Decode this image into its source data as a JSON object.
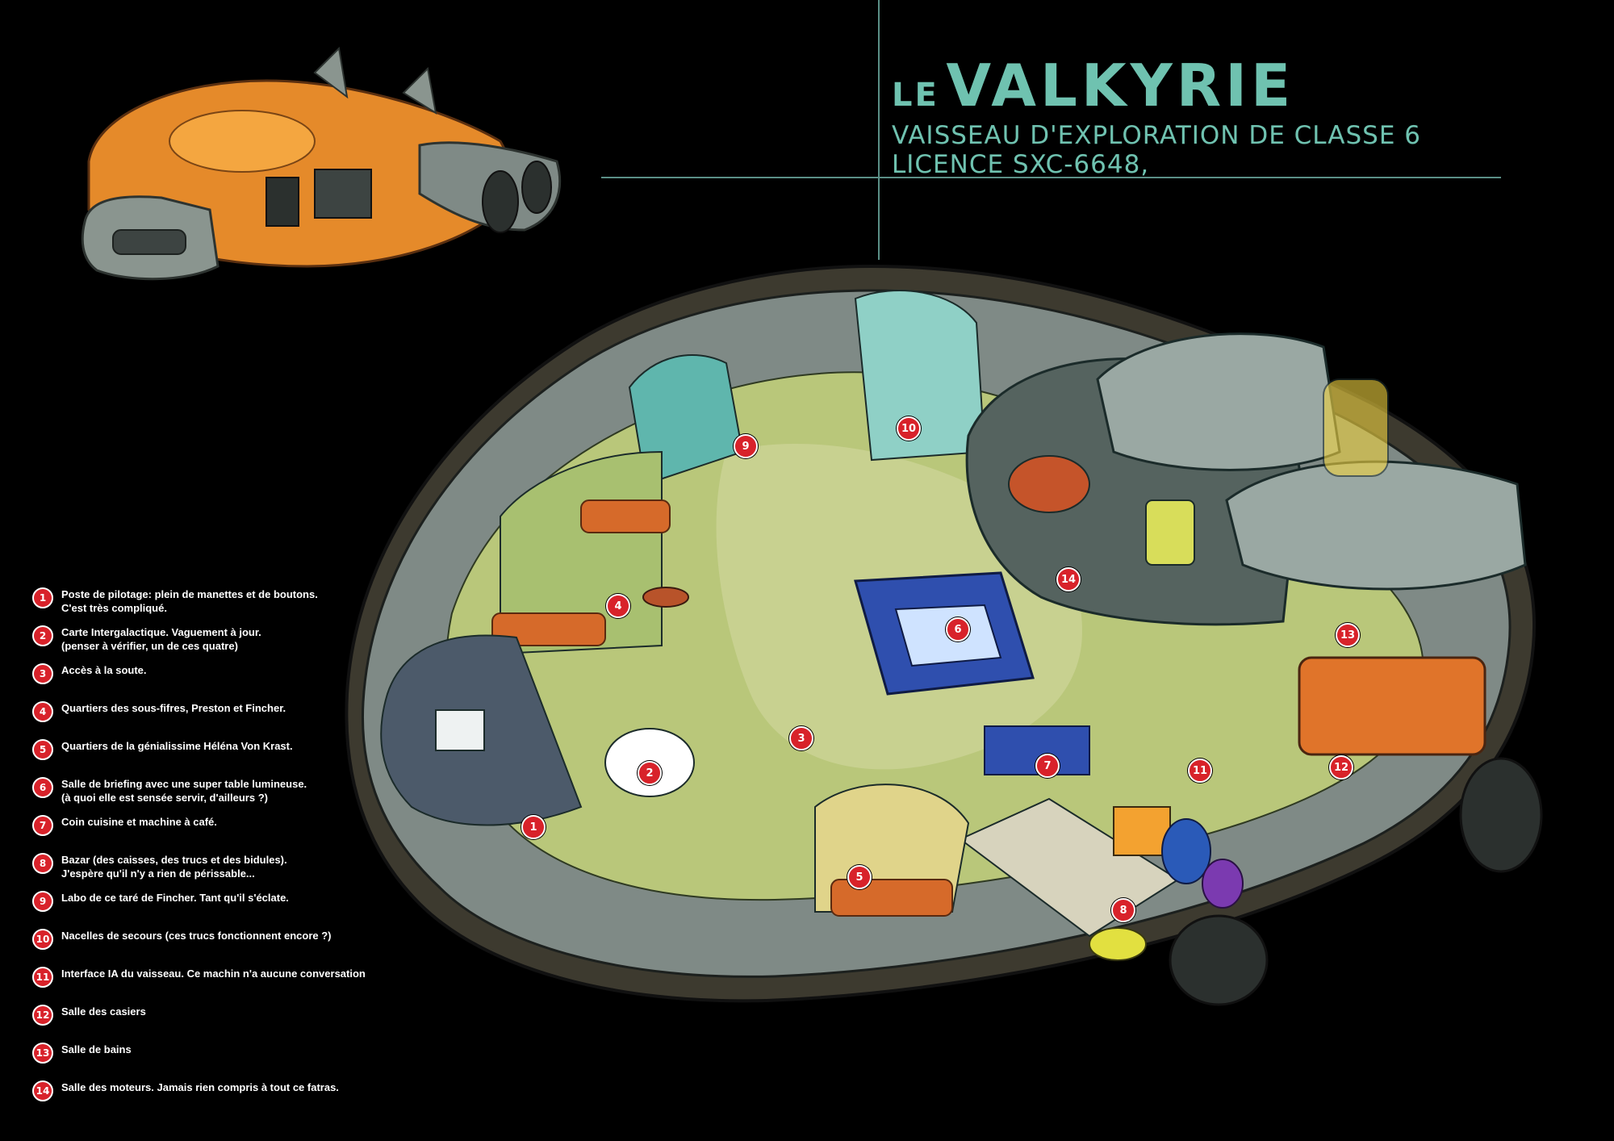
{
  "title": {
    "prefix": "LE",
    "name": "VALKYRIE",
    "subtitle_line1": "VAISSEAU D'EXPLORATION DE CLASSE 6",
    "subtitle_line2": "LICENCE SXC-6648,"
  },
  "colors": {
    "background": "#000000",
    "title_accent": "#6fc2b0",
    "frame_line": "#5a8f86",
    "marker_red": "#d8222a",
    "hull_gray": "#7f8a86",
    "hull_orange": "#e58a2a",
    "floor_green": "#b9c77a",
    "wall_teal": "#5fb6ad"
  },
  "legend": [
    {
      "num": "1",
      "line1": "Poste de pilotage: plein de manettes et de boutons.",
      "line2": "C'est très compliqué."
    },
    {
      "num": "2",
      "line1": "Carte Intergalactique. Vaguement à jour.",
      "line2": "(penser à vérifier, un de ces quatre)"
    },
    {
      "num": "3",
      "line1": "Accès à la soute.",
      "line2": ""
    },
    {
      "num": "4",
      "line1": "Quartiers des sous-fifres, Preston et Fincher.",
      "line2": ""
    },
    {
      "num": "5",
      "line1": "Quartiers de la génialissime Héléna Von Krast.",
      "line2": ""
    },
    {
      "num": "6",
      "line1": "Salle de briefing avec une super table lumineuse.",
      "line2": "(à quoi elle est sensée servir, d'ailleurs ?)"
    },
    {
      "num": "7",
      "line1": "Coin cuisine et machine à café.",
      "line2": ""
    },
    {
      "num": "8",
      "line1": "Bazar (des caisses, des trucs et des bidules).",
      "line2": "J'espère qu'il n'y a rien de périssable..."
    },
    {
      "num": "9",
      "line1": "Labo de ce taré de Fincher. Tant qu'il s'éclate.",
      "line2": ""
    },
    {
      "num": "10",
      "line1": "Nacelles de secours (ces trucs fonctionnent encore ?)",
      "line2": ""
    },
    {
      "num": "11",
      "line1": "Interface IA du vaisseau. Ce machin n'a aucune conversation",
      "line2": ""
    },
    {
      "num": "12",
      "line1": "Salle des casiers",
      "line2": ""
    },
    {
      "num": "13",
      "line1": "Salle de bains",
      "line2": ""
    },
    {
      "num": "14",
      "line1": "Salle des moteurs. Jamais rien compris à tout ce fatras.",
      "line2": ""
    }
  ],
  "markers": [
    "1",
    "2",
    "3",
    "4",
    "5",
    "6",
    "7",
    "8",
    "9",
    "10",
    "11",
    "12",
    "13",
    "14"
  ]
}
